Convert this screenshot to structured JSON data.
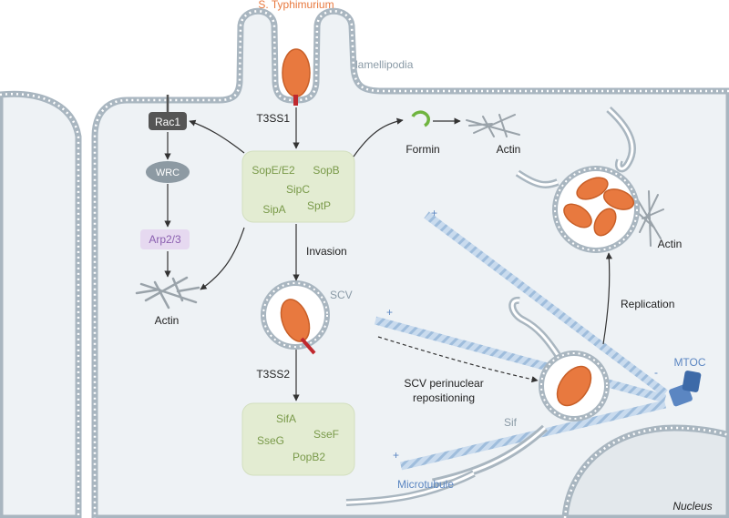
{
  "labels": {
    "bacterium": "S. Typhimurium",
    "lamellipodia": "lamellipodia",
    "t3ss1": "T3SS1",
    "t3ss2": "T3SS2",
    "rac1": "Rac1",
    "wrc": "WRC",
    "arp23": "Arp2/3",
    "actin_left": "Actin",
    "formin": "Formin",
    "actin_top": "Actin",
    "actin_right": "Actin",
    "invasion": "Invasion",
    "scv": "SCV",
    "replication": "Replication",
    "mtoc": "MTOC",
    "scv_repositioning_line1": "SCV perinuclear",
    "scv_repositioning_line2": "repositioning",
    "sif": "Sif",
    "microtubule": "Microtubule",
    "nucleus": "Nucleus",
    "plus": "+",
    "minus": "-"
  },
  "effectors_t3ss1": [
    "SopE/E2",
    "SopB",
    "SipC",
    "SipA",
    "SptP"
  ],
  "effectors_t3ss2": [
    "SifA",
    "SseF",
    "SseG",
    "PopB2"
  ],
  "colors": {
    "membrane": "#a9b6c0",
    "cytoplasm": "#eef2f5",
    "bacteria": "#e8793f",
    "effector_box": "#e3ecd2",
    "effector_text": "#7a9a4a",
    "microtubule": "#b7cfe6",
    "mtoc": "#5b86c2",
    "rac1": "#555555",
    "wrc": "#8d9aa3",
    "arp23": "#e6d9f0",
    "needle": "#c0282d"
  }
}
